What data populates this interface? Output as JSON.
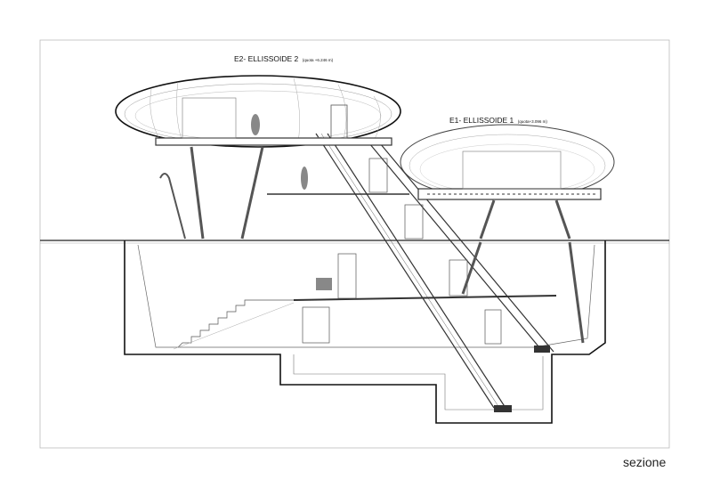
{
  "labels": {
    "e2_title": "E2- ELLISSOIDE 2",
    "e2_quota": "(quota +6.246 m)",
    "e1_title": "E1- ELLISSOIDE 1",
    "e1_quota": "(quota+3.096 m)"
  },
  "drawing_title": "sezione",
  "colors": {
    "line": "#222222",
    "light_line": "#999999",
    "figure": "#777777"
  }
}
